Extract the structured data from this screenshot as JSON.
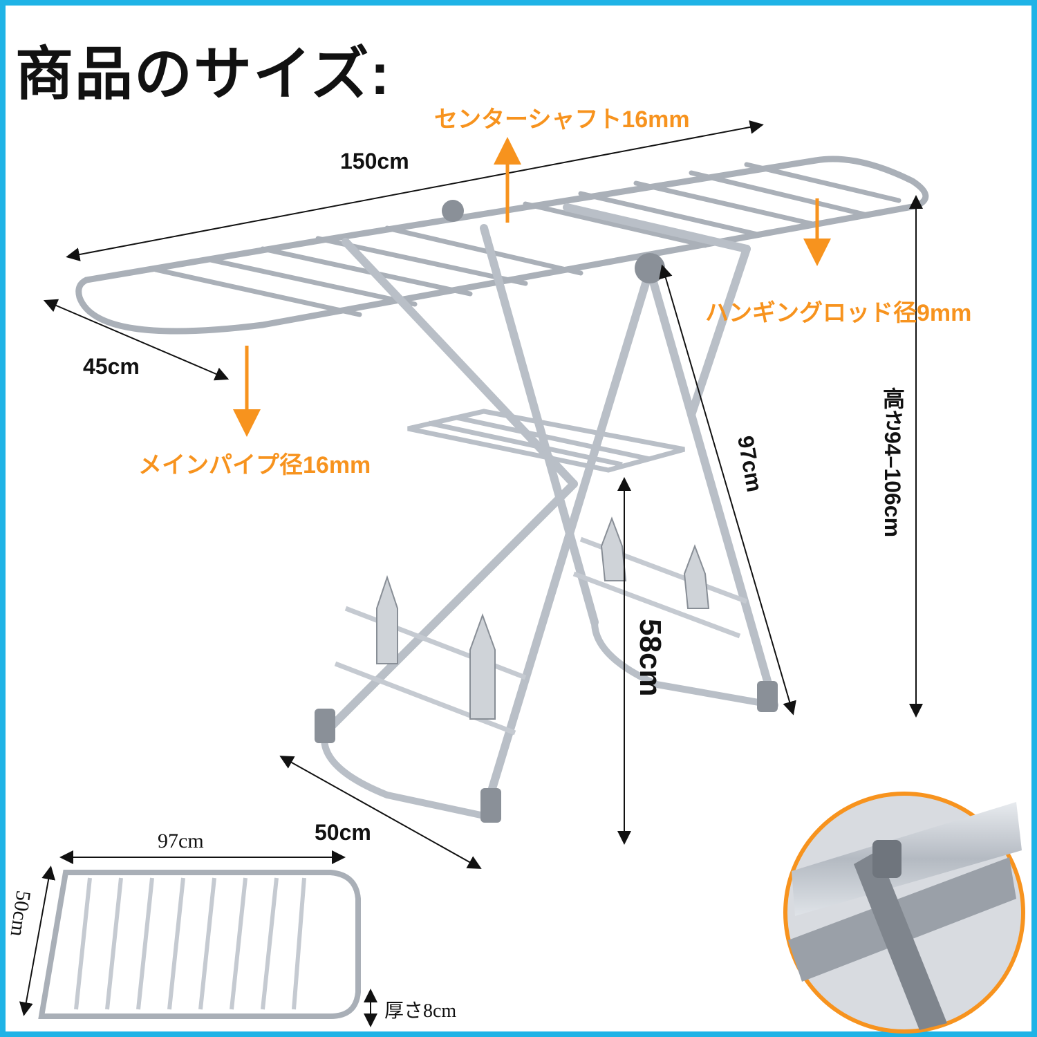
{
  "title": "商品のサイズ:",
  "labels": {
    "center_shaft": "センターシャフト16mm",
    "hanging_rod": "ハンギングロッド径9mm",
    "main_pipe": "メインパイプ径16mm",
    "length": "150cm",
    "width": "45cm",
    "height": "高さ94–106cm",
    "leg_length": "97cm",
    "lower_height": "58cm",
    "base_width": "50cm",
    "folded_length": "97cm",
    "folded_width": "50cm",
    "thickness": "厚さ8cm"
  },
  "colors": {
    "border": "#1fb3e6",
    "accent": "#f7931e",
    "frame": "#b9bfc7",
    "joint": "#8a9098"
  }
}
